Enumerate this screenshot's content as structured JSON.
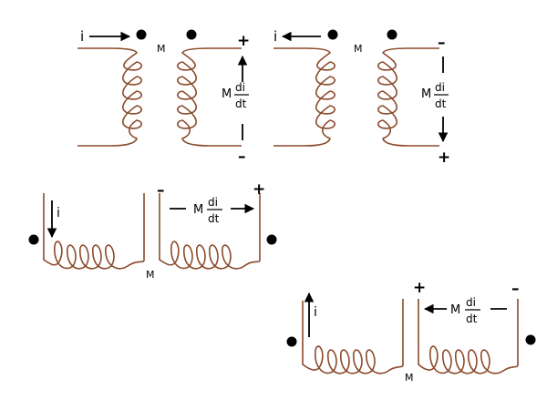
{
  "colors": {
    "winding": "#8b4a2b",
    "ink": "#000000",
    "background": "#ffffff"
  },
  "labels": {
    "current": "i",
    "mutual": "M",
    "emf_coef": "M",
    "emf_num": "di",
    "emf_den": "dt",
    "plus": "+",
    "minus": "–"
  }
}
